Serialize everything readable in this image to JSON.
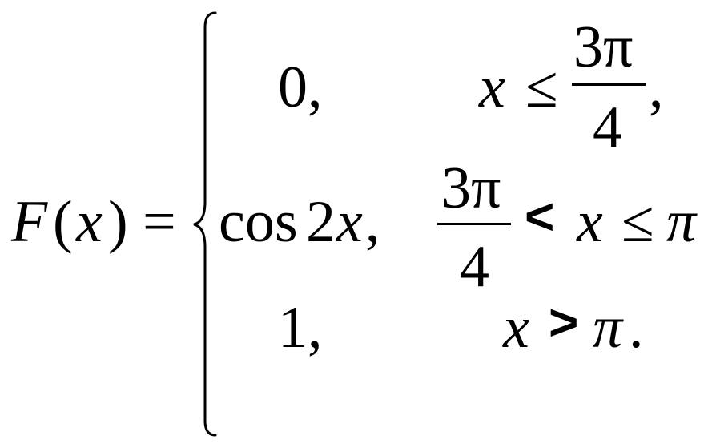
{
  "formula": {
    "lhs": {
      "func": "F",
      "open_paren": "(",
      "var": "x",
      "close_paren": ")",
      "equals": "="
    },
    "cases": [
      {
        "value": "0,",
        "condition": {
          "var": "x",
          "op": "≤",
          "frac_num": "3π",
          "frac_den": "4",
          "tail": ","
        }
      },
      {
        "value_func": "cos",
        "value_num": "2",
        "value_var": "x",
        "value_comma": ",",
        "condition": {
          "frac_num": "3π",
          "frac_den": "4",
          "op1": "<",
          "var": "x",
          "op2": "≤",
          "rhs": "π"
        }
      },
      {
        "value": "1,",
        "condition": {
          "var": "x",
          "op": ">",
          "rhs": "π",
          "tail": "."
        }
      }
    ]
  }
}
